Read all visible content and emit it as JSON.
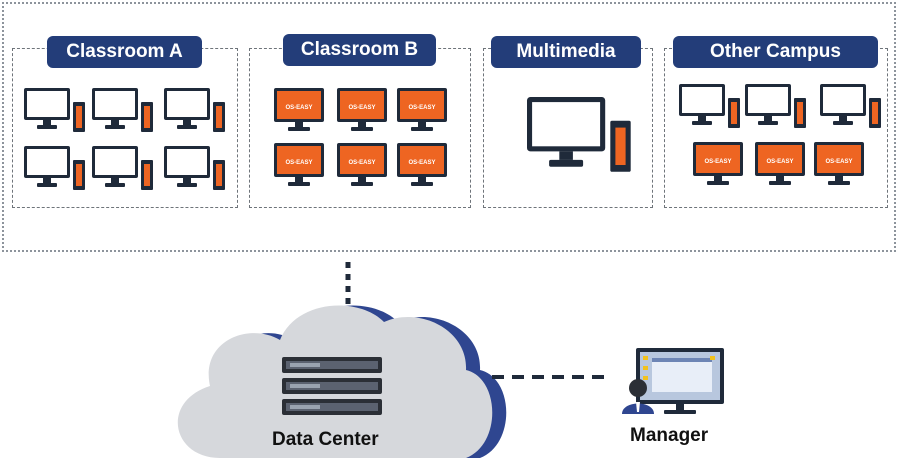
{
  "groups": [
    {
      "label": "Classroom A",
      "device": "pc"
    },
    {
      "label": "Classroom B",
      "device": "os-easy-terminal"
    },
    {
      "label": "Multimedia",
      "device": "pc"
    },
    {
      "label": "Other Campus",
      "device": "pc and os-easy-terminal"
    }
  ],
  "terminal_screen_text": "OS-EASY",
  "data_center": {
    "label": "Data Center",
    "icons": [
      "cloud-icon",
      "server-rack-icon"
    ]
  },
  "manager": {
    "label": "Manager",
    "icons": [
      "user-icon",
      "monitor-icon"
    ]
  },
  "colors": {
    "label_bg": "#233d79",
    "monitor_frame": "#1f2a3a",
    "tower_orange": "#ee6522",
    "screen_orange": "#ee6522",
    "cloud_fill": "#d6d8dc",
    "cloud_shadow": "#2f4690",
    "connector": "#1f2a3a"
  }
}
